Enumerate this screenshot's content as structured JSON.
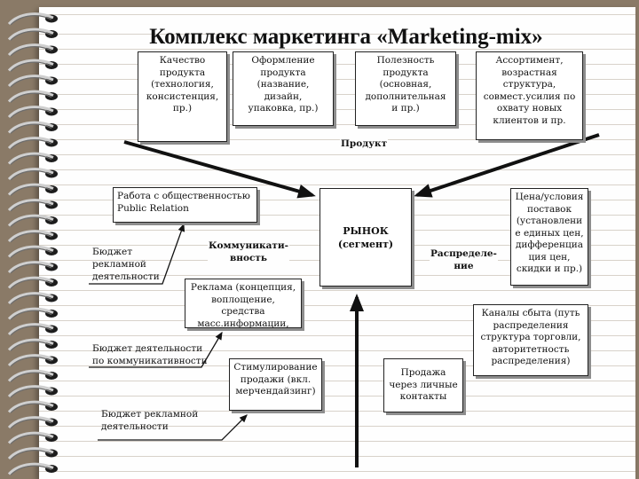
{
  "title": "Комплекс маркетинга «Marketing-mix»",
  "center": {
    "label": "РЫНОК\n(сегмент)"
  },
  "groups": {
    "product": "Продукт",
    "communication": "Коммуникати-\nвность",
    "distribution": "Распределе-\nние"
  },
  "product_boxes": [
    "Качество\nпродукта\n(технология,\nконсистенция,\nпр.)",
    "Оформление\nпродукта\n(название,\nдизайн,\nупаковка,  пр.)",
    "Полезность\nпродукта\n(основная,\nдополнительная\nи пр.)",
    "Ассортимент,\nвозрастная\nструктура,\nсовмест.усилия по\nохвату новых\nклиентов и  пр."
  ],
  "communication_boxes": {
    "pr": "Работа  с  общественностью\nPublic Relation",
    "advertising": "Реклама (концепция,\nвоплощение, средства\nмасс.информации, пр)",
    "sales_promotion": "Стимулирование\nпродажи (вкл.\nмерчендайзинг)"
  },
  "budget_labels": [
    "Бюджет\nрекламной\nдеятельности",
    "Бюджет деятельности\nпо коммуникативности",
    "Бюджет рекламной\nдеятельности"
  ],
  "distribution_boxes": {
    "price": "Цена/условия\nпоставок\n(установлени\nе единых цен,\nдифференциа\nция  цен,\nскидки и пр.)",
    "channels": "Каналы сбыта (путь\nраспределения\nструктура торговли,\nавторитетность\nраспределения)",
    "personal_sales": "Продажа\nчерез личные\nконтакты"
  },
  "colors": {
    "background": "#8a7a67",
    "paper": "#fefefe",
    "paper_lines": "#d8d2ca",
    "box_shadow": "#8d8d8d",
    "ink": "#111111"
  }
}
